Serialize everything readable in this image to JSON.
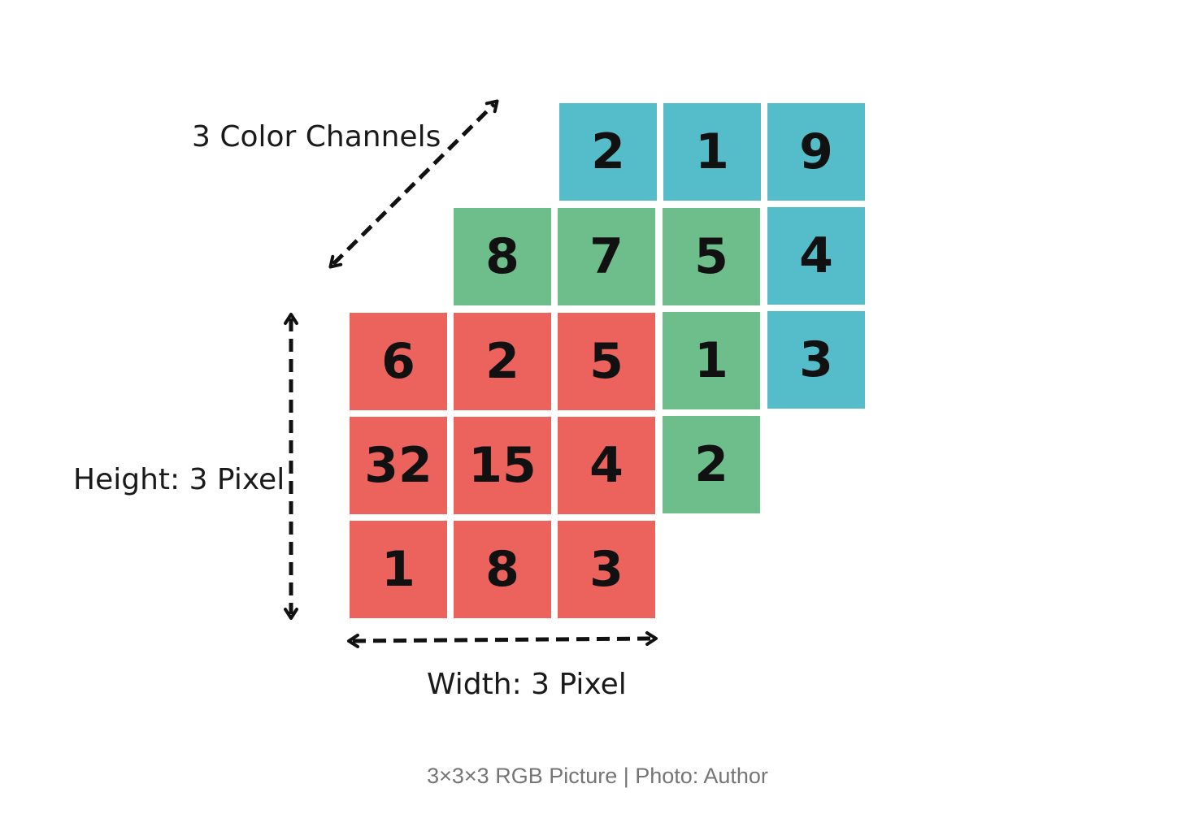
{
  "labels": {
    "channels": "3 Color Channels",
    "height": "Height: 3 Pixel",
    "width": "Width: 3 Pixel"
  },
  "caption": "3×3×3 RGB Picture | Photo: Author",
  "colors": {
    "red": "#ec625c",
    "green": "#6ebe8b",
    "blue": "#55bcc9",
    "arrow": "#111111"
  },
  "channels": {
    "red": [
      [
        "6",
        "2",
        "5"
      ],
      [
        "32",
        "15",
        "4"
      ],
      [
        "1",
        "8",
        "3"
      ]
    ],
    "green": [
      [
        "8",
        "7",
        "5"
      ],
      [
        "",
        "",
        "1"
      ],
      [
        "",
        "",
        "2"
      ]
    ],
    "blue": [
      [
        "2",
        "1",
        "9"
      ],
      [
        "",
        "",
        "4"
      ],
      [
        "",
        "",
        "3"
      ]
    ]
  }
}
